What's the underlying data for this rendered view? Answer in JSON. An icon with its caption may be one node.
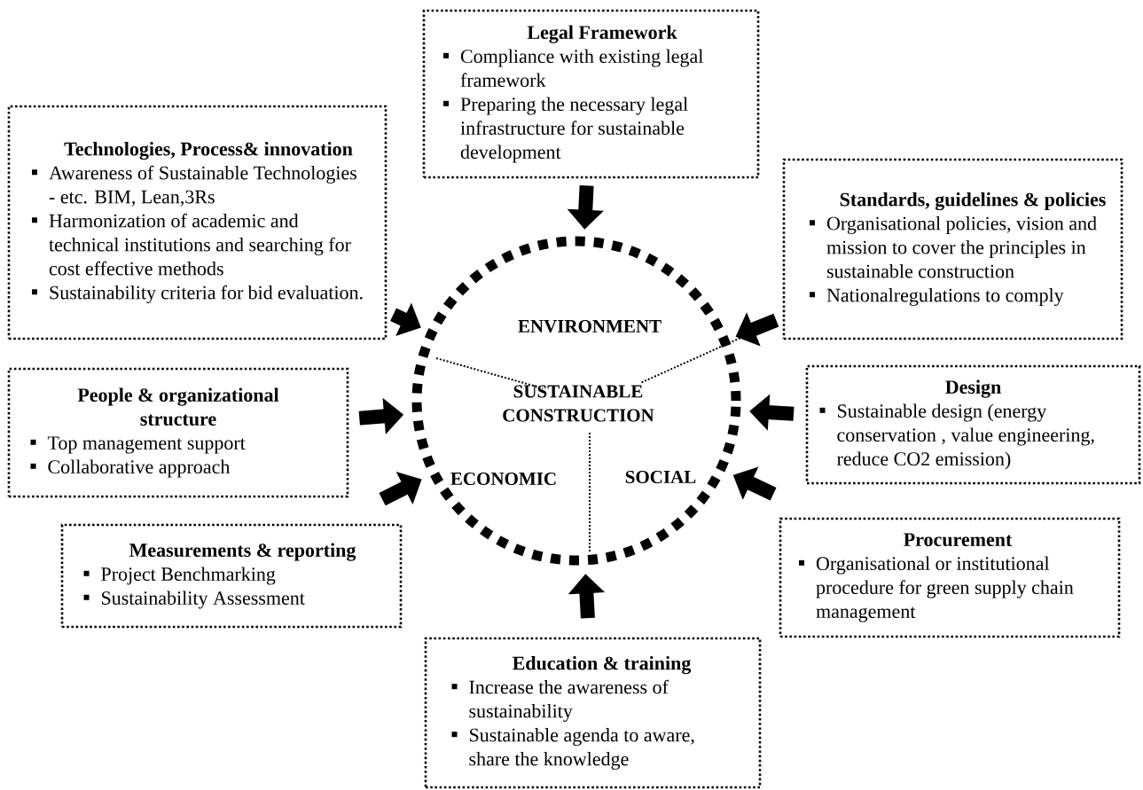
{
  "diagram": {
    "nodes": [
      {
        "text": [
          "Legal Framework",
          "Compliance with existing legal framework",
          "Preparing the necessary legal infrastructure for sustainable development"
        ]
      },
      {
        "text": [
          "Technologies, Process& innovation",
          "Awareness of Sustainable Technologies - etc. BIM, Lean,3Rs",
          "Harmonization of academic and technical institutions and searching for cost effective methods",
          "Sustainability criteria for bid evaluation."
        ]
      },
      {
        "text": [
          "Standards, guidelines & policies",
          "Organisational policies, vision and mission to cover the principles in sustainable construction",
          "Nationalregulations to comply"
        ]
      },
      {
        "text": [
          "People & organizational structure",
          "Top management support",
          "Collaborative approach"
        ]
      },
      {
        "text": [
          "Design",
          "Sustainable design (energy conservation , value engineering, reduce CO2 emission)"
        ]
      },
      {
        "text": [
          "Measurements & reporting",
          "Project Benchmarking",
          "Sustainability Assessment"
        ]
      },
      {
        "text": [
          "Procurement",
          "Organisational or institutional procedure for green supply chain management"
        ]
      },
      {
        "text": [
          "Education & training",
          "Increase the awareness of sustainability",
          "Sustainable agenda to aware, share the knowledge"
        ]
      },
      {
        "text": [
          "ENVIRONMENT",
          "SUSTAINABLE CONSTRUCTION",
          "ECONOMIC",
          "SOCIAL"
        ]
      }
    ],
    "edges": [
      {
        "from": 0,
        "to": 8,
        "arrow": "to"
      },
      {
        "from": 1,
        "to": 8,
        "arrow": "to"
      },
      {
        "from": 2,
        "to": 8,
        "arrow": "to"
      },
      {
        "from": 3,
        "to": 8,
        "arrow": "to"
      },
      {
        "from": 4,
        "to": 8,
        "arrow": "to"
      },
      {
        "from": 5,
        "to": 8,
        "arrow": "to"
      },
      {
        "from": 6,
        "to": 8,
        "arrow": "to"
      },
      {
        "from": 7,
        "to": 8,
        "arrow": "to"
      }
    ]
  }
}
